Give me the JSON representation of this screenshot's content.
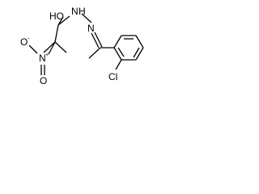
{
  "structure": {
    "atoms": {
      "hydroxyl_o": {
        "element": "O",
        "label": "HO",
        "color": "#000000"
      },
      "amide_nh": {
        "element": "N",
        "label": "N",
        "sublabel": "H",
        "color": "#000000"
      },
      "imine_n": {
        "element": "N",
        "label": "N",
        "color": "#000000"
      },
      "nitro_n": {
        "element": "N",
        "label": "N",
        "charge": "+",
        "color": "#000000"
      },
      "nitro_o_minus": {
        "element": "O",
        "label": "O",
        "charge": "-",
        "color": "#000000"
      },
      "nitro_o": {
        "element": "O",
        "label": "O",
        "color": "#000000"
      },
      "chlorine": {
        "element": "Cl",
        "label": "Cl",
        "color": "#000000"
      }
    },
    "bond_color": "#000000",
    "background": "#ffffff"
  }
}
